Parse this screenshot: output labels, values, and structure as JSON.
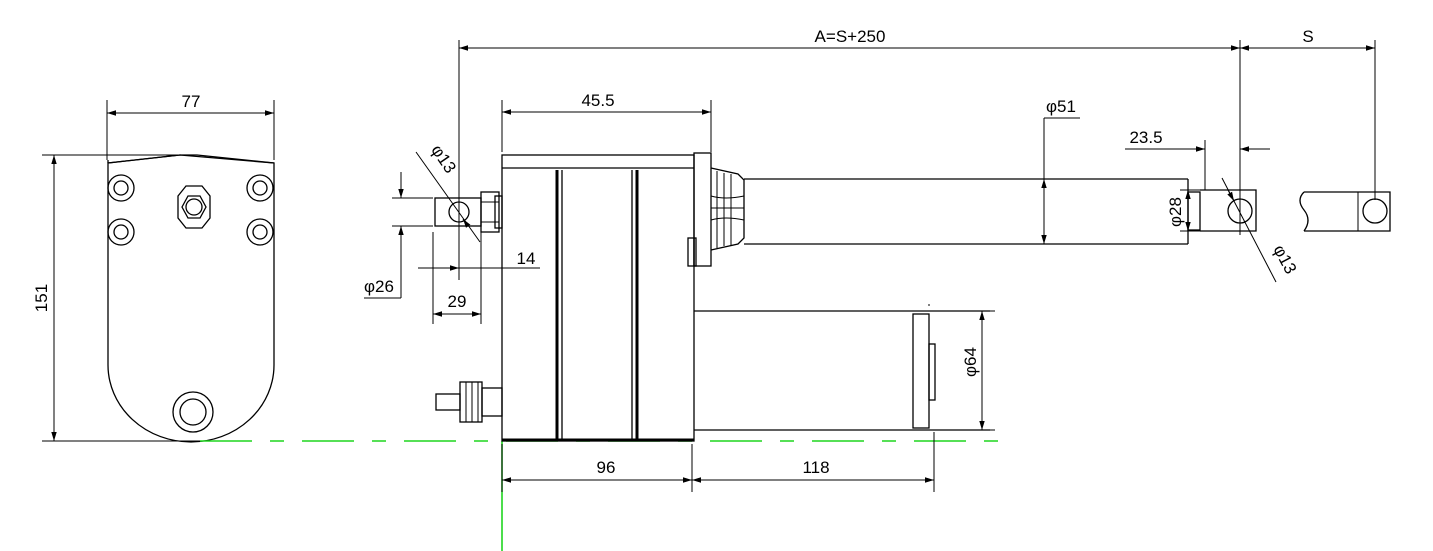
{
  "drawing": {
    "dimensions": {
      "width_77": "77",
      "height_151": "151",
      "stroke_total": "A=S+250",
      "stroke_s": "S",
      "gear_width": "45.5",
      "rod_dia": "φ51",
      "end_offset": "23.5",
      "front_hole": "φ13",
      "rear_hole": "φ13",
      "rod_end_dia": "φ28",
      "rear_boss_dia": "φ26",
      "rear_offset_14": "14",
      "rear_offset_29": "29",
      "motor_dia": "φ64",
      "body_96": "96",
      "motor_118": "118"
    },
    "colors": {
      "line": "#000000",
      "centerline": "#1fd51f",
      "background": "#ffffff"
    }
  }
}
